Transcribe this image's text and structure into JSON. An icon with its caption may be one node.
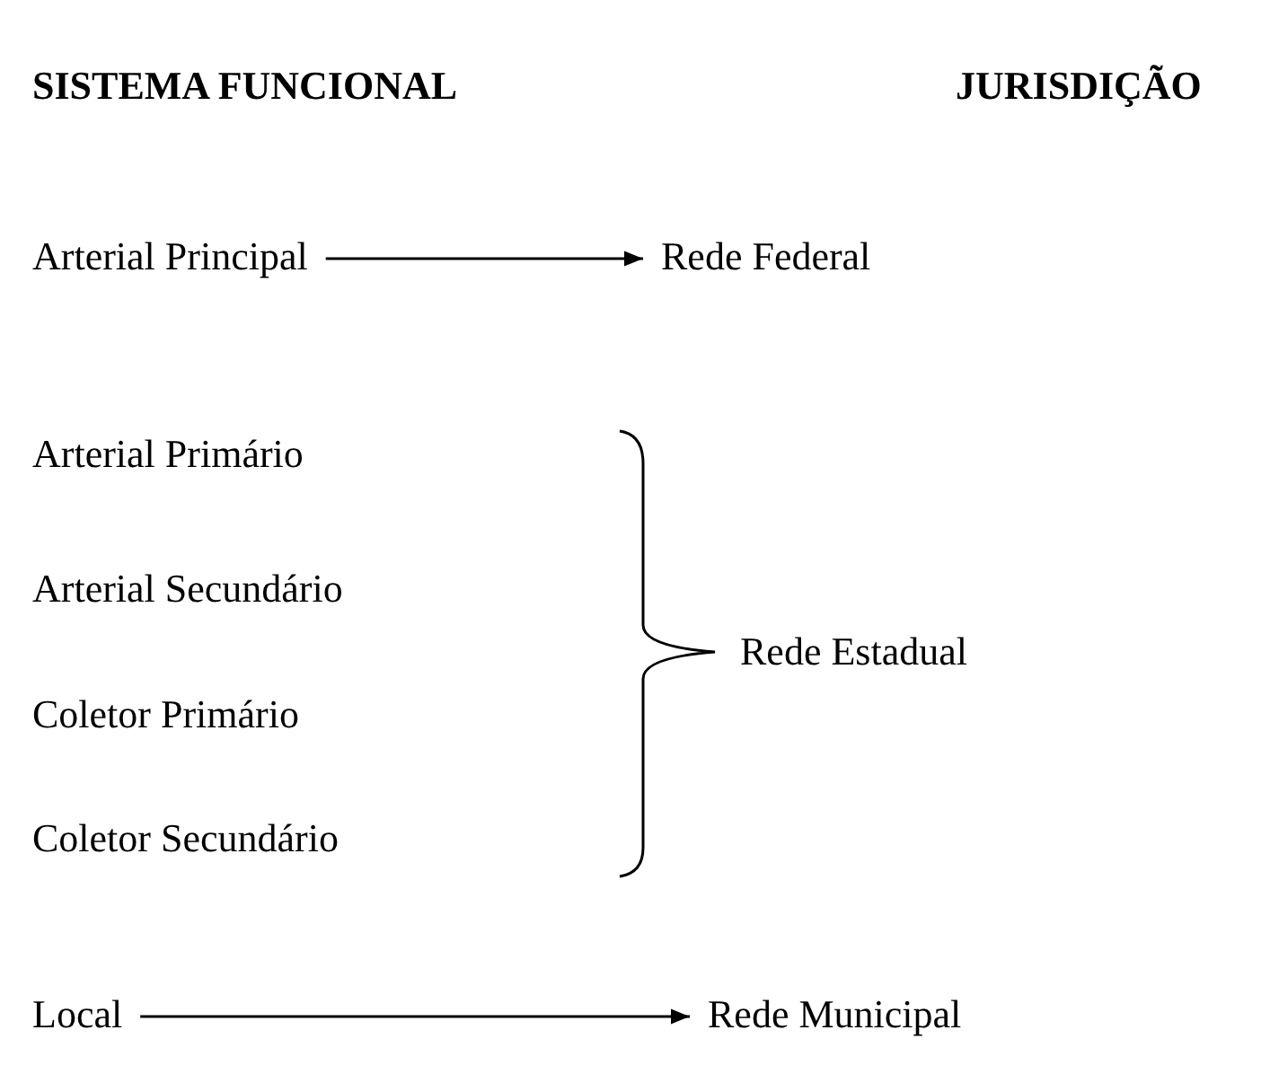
{
  "diagram": {
    "nodes": [
      {
        "text": [
          "Arterial Principal"
        ]
      },
      {
        "text": [
          "Rede Federal"
        ]
      },
      {
        "text": [
          "Local"
        ]
      },
      {
        "text": [
          "Rede Municipal"
        ]
      }
    ],
    "edges": [
      {
        "from": 0,
        "to": 1,
        "arrow": "to"
      },
      {
        "from": 2,
        "to": 3,
        "arrow": "to"
      }
    ],
    "labels": [
      "SISTEMA FUNCIONAL",
      "JURISDIÇÃO",
      "Arterial Primário",
      "Arterial Secundário",
      "Rede Estadual",
      "Coletor Primário",
      "Coletor Secundário"
    ]
  }
}
